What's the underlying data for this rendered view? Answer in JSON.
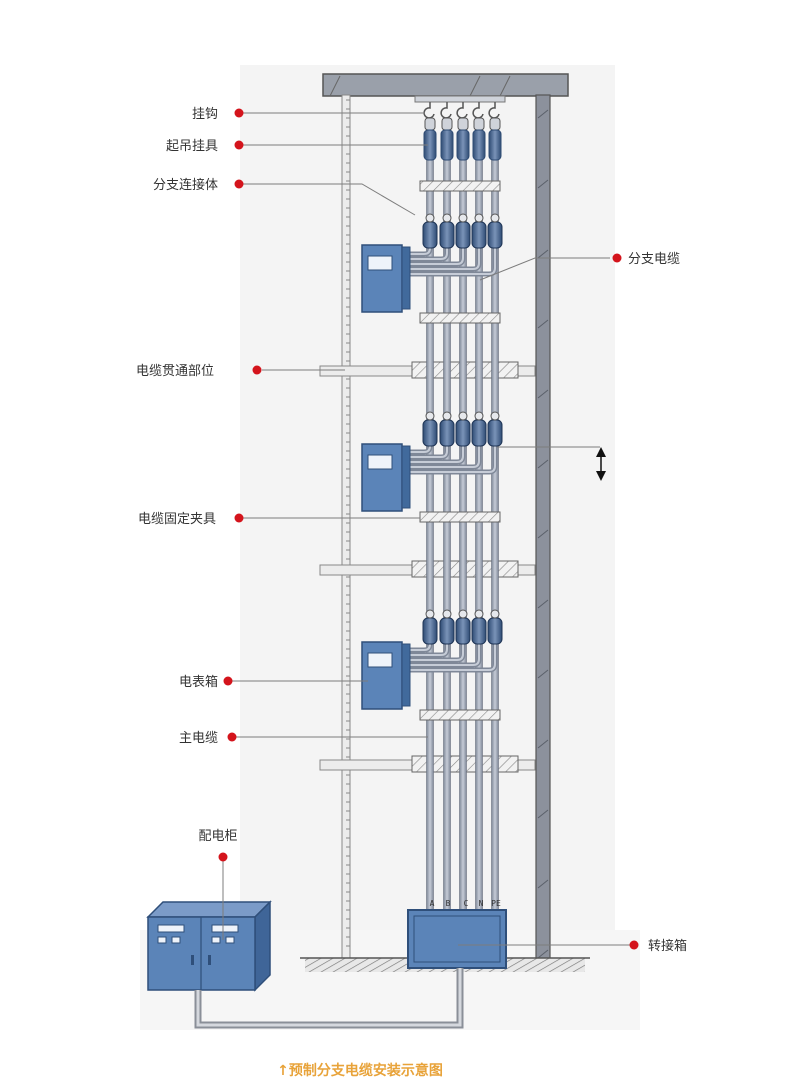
{
  "labels": {
    "hook": "挂钩",
    "lifting_fixture": "起吊挂具",
    "branch_connector": "分支连接体",
    "branch_cable": "分支电缆",
    "cable_penetration": "电缆贯通部位",
    "cable_clamp": "电缆固定夹具",
    "meter_box": "电表箱",
    "main_cable": "主电缆",
    "distribution_cabinet": "配电柜",
    "junction_box": "转接箱"
  },
  "phases": [
    "A",
    "B",
    "C",
    "N",
    "PE"
  ],
  "caption": "↑预制分支电缆安装示意图",
  "colors": {
    "dot": "#d4141c",
    "leader": "#7d7d7d",
    "box_fill": "#5b84b8",
    "box_stroke": "#2f4f7a",
    "cable": "#9aa3b3",
    "caption": "#e8a33a",
    "wall": "#8c919c"
  }
}
